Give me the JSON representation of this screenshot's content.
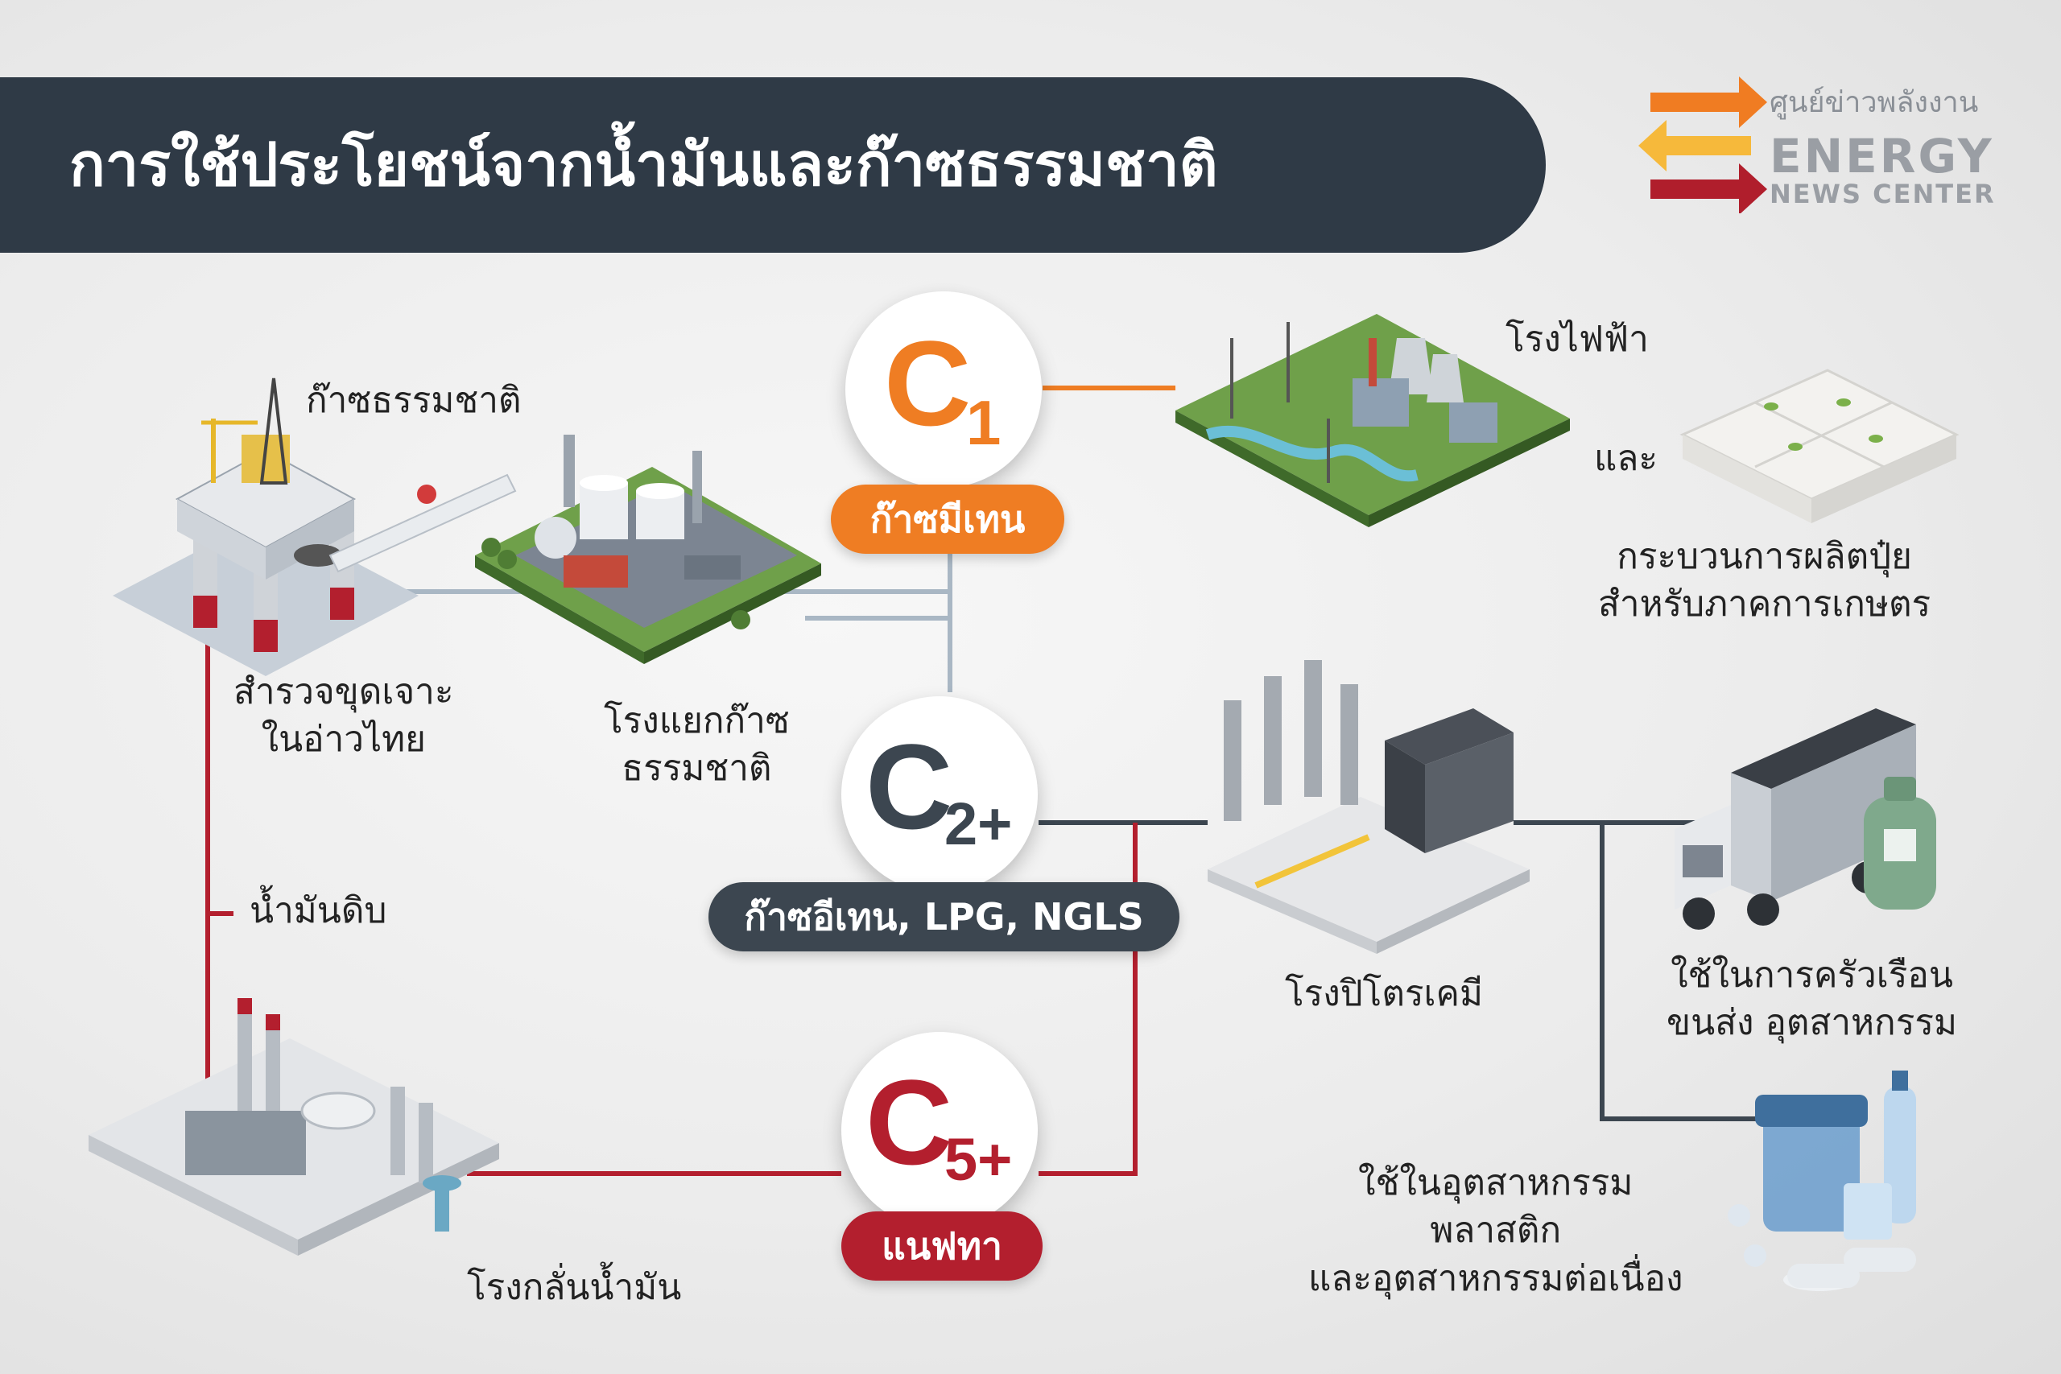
{
  "title": "การใช้ประโยชน์จากน้ำมันและก๊าซธรรมชาติ",
  "brand": {
    "thai_name": "ศูนย์ข่าวพลังงาน",
    "name_line1": "ENERGY",
    "name_line2": "NEWS CENTER",
    "colors": {
      "orange": "#f07c22",
      "yellow": "#f6b93b",
      "red": "#b01e2c"
    }
  },
  "colors": {
    "orange": "#ef7d23",
    "dark": "#3c4650",
    "red": "#b31f2e",
    "line_gray": "#a9b7c4"
  },
  "nodes": {
    "natural_gas_label": "ก๊าซธรรมชาติ",
    "platform_label": [
      "สำรวจขุดเจาะ",
      "ในอ่าวไทย"
    ],
    "gas_plant_label": [
      "โรงแยกก๊าซ",
      "ธรรมชาติ"
    ],
    "crude_oil_label": "น้ำมันดิบ",
    "refinery_label": "โรงกลั่นน้ำมัน",
    "power_plant_label": "โรงไฟฟ้า",
    "and_label": "และ",
    "fertilizer_label": [
      "กระบวนการผลิตปุ๋ย",
      "สำหรับภาคการเกษตร"
    ],
    "petrochem_label": "โรงปิโตรเคมี",
    "household_label": [
      "ใช้ในการครัวเรือน",
      "ขนส่ง อุตสาหกรรม"
    ],
    "plastic_label": [
      "ใช้ในอุตสาหกรรม",
      "พลาสติก",
      "และอุตสาหกรรมต่อเนื่อง"
    ]
  },
  "products": [
    {
      "symbol": "C",
      "subscript": "1",
      "name": "ก๊าซมีเทน",
      "color": "#ef7d23"
    },
    {
      "symbol": "C",
      "subscript": "2+",
      "name": "ก๊าซอีเทน, LPG, NGLS",
      "color": "#3c4650"
    },
    {
      "symbol": "C",
      "subscript": "5+",
      "name": "แนฟทา",
      "color": "#b31f2e"
    }
  ]
}
